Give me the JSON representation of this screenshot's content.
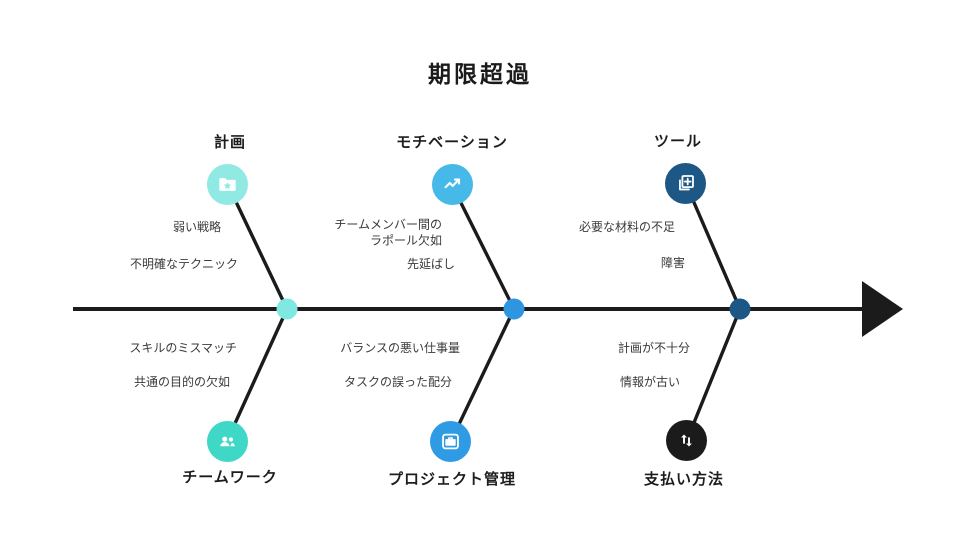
{
  "title": "期限超過",
  "colors": {
    "spine": "#1b1b1b",
    "cause_text": "#3a3a3a",
    "label_text": "#1d1d1d",
    "teal_light": "#90EAE3",
    "teal": "#3FD7C6",
    "sky_blue": "#47B9E9",
    "blue": "#2E9BE4",
    "dark_blue": "#1C5786",
    "black": "#1b1b1b",
    "dot_left": "#7FE8E0",
    "dot_middle": "#2E96E0",
    "dot_right": "#1C5786"
  },
  "branches": {
    "top": [
      {
        "label": "計画",
        "icon": "folder-star-icon",
        "causes": [
          "弱い戦略",
          "不明確なテクニック"
        ]
      },
      {
        "label": "モチベーション",
        "icon": "trending-up-icon",
        "causes": [
          "チームメンバー間の\nラポール欠如",
          "先延ばし"
        ]
      },
      {
        "label": "ツール",
        "icon": "add-document-icon",
        "causes": [
          "必要な材料の不足",
          "障害"
        ]
      }
    ],
    "bottom": [
      {
        "label": "チームワーク",
        "icon": "people-icon",
        "causes": [
          "スキルのミスマッチ",
          "共通の目的の欠如"
        ]
      },
      {
        "label": "プロジェクト管理",
        "icon": "briefcase-icon",
        "causes": [
          "バランスの悪い仕事量",
          "タスクの誤った配分"
        ]
      },
      {
        "label": "支払い方法",
        "icon": "swap-arrows-icon",
        "causes": [
          "計画が不十分",
          "情報が古い"
        ]
      }
    ]
  }
}
